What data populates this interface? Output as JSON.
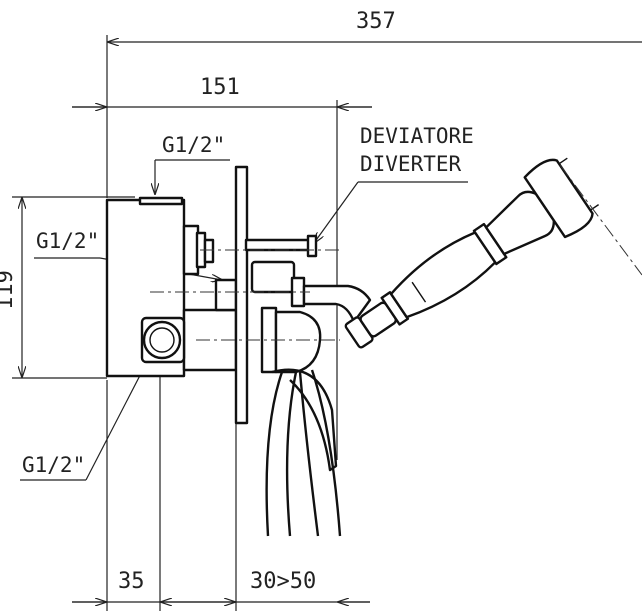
{
  "dimensions": {
    "overall_length": "357",
    "to_plate": "151",
    "height": "119",
    "inlet_offset": "35",
    "wall_range": "30>50"
  },
  "labels": {
    "top_connection": "G1/2\"",
    "side_connection": "G1/2\"",
    "bottom_connection": "G1/2\"",
    "diverter_it": "DEVIATORE",
    "diverter_en": "DIVERTER"
  }
}
